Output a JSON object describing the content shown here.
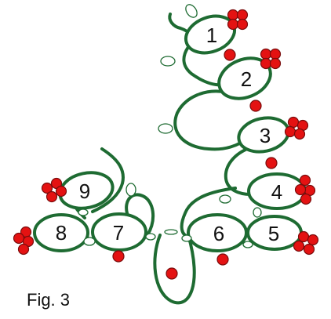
{
  "caption": "Fig. 3",
  "rings": [
    {
      "label": "1"
    },
    {
      "label": "2"
    },
    {
      "label": "3"
    },
    {
      "label": "4"
    },
    {
      "label": "5"
    },
    {
      "label": "6"
    },
    {
      "label": "7"
    },
    {
      "label": "8"
    },
    {
      "label": "9"
    }
  ],
  "colors": {
    "thread": "#1e6b32",
    "bead": "#e41212",
    "background": "#ffffff"
  }
}
